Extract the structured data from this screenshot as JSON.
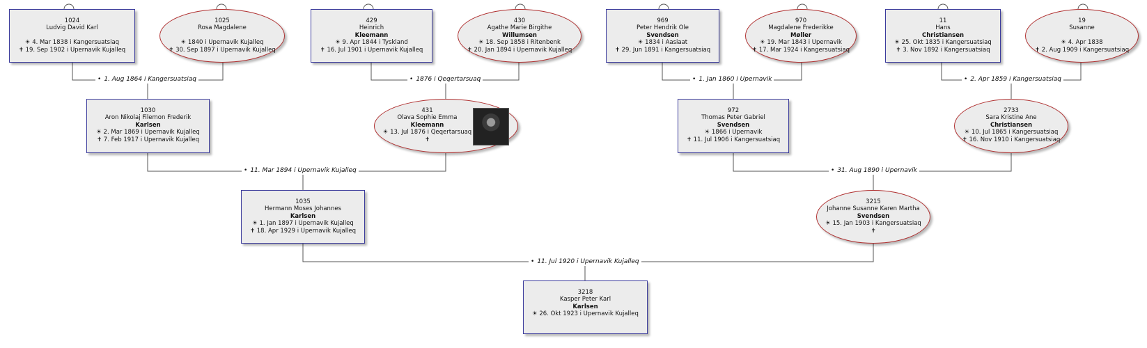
{
  "persons": {
    "p1024": {
      "id": "1024",
      "given": "Ludvig David Karl",
      "surname": "",
      "birth": "☀ 4. Mar 1838 i  Kangersuatsiaq",
      "death": "✝ 19. Sep 1902 i  Upernavik Kujalleq"
    },
    "p1025": {
      "id": "1025",
      "given": "Rosa Magdalene",
      "surname": "",
      "birth": "☀ 1840 i  Upernavik Kujalleq",
      "death": "✝ 30. Sep 1897 i  Upernavik Kujalleq"
    },
    "p429": {
      "id": "429",
      "given": "Heinrich",
      "surname": "Kleemann",
      "birth": "☀ 9. Apr 1844 i  Tyskland",
      "death": "✝ 16. Jul 1901 i  Upernavik Kujalleq"
    },
    "p430": {
      "id": "430",
      "given": "Agathe Marie Birgithe",
      "surname": "Willumsen",
      "birth": "☀ 18. Sep 1858 i  Ritenbenk",
      "death": "✝ 20. Jan 1894 i  Upernavik Kujalleq"
    },
    "p969": {
      "id": "969",
      "given": "Peter Hendrik Ole",
      "surname": "Svendsen",
      "birth": "☀ 1834 i  Aasiaat",
      "death": "✝ 29. Jun 1891 i  Kangersuatsiaq"
    },
    "p970": {
      "id": "970",
      "given": "Magdalene Frederikke",
      "surname": "Møller",
      "birth": "☀ 19. Mar 1843 i  Upernavik",
      "death": "✝ 17. Mar 1924 i  Kangersuatsiaq"
    },
    "p11": {
      "id": "11",
      "given": "Hans",
      "surname": "Christiansen",
      "birth": "☀ 25. Okt 1835 i  Kangersuatsiaq",
      "death": "✝ 3. Nov 1892 i  Kangersuatsiaq"
    },
    "p19": {
      "id": "19",
      "given": "Susanne",
      "surname": "",
      "birth": "☀ 4. Apr 1838",
      "death": "✝ 2. Aug 1909 i  Kangersuatsiaq"
    },
    "p1030": {
      "id": "1030",
      "given": "Aron Nikolaj Filemon Frederik",
      "surname": "Karlsen",
      "birth": "☀ 2. Mar 1869 i  Upernavik Kujalleq",
      "death": "✝ 7. Feb 1917 i  Upernavik Kujalleq"
    },
    "p431": {
      "id": "431",
      "given": "Olava Sophie Emma",
      "surname": "Kleemann",
      "birth": "☀ 13. Jul 1876 i  Qeqertarsuaq",
      "death": "✝"
    },
    "p972": {
      "id": "972",
      "given": "Thomas Peter Gabriel",
      "surname": "Svendsen",
      "birth": "☀ 1866 i  Upernavik",
      "death": "✝ 11. Jul 1906 i  Kangersuatsiaq"
    },
    "p2733": {
      "id": "2733",
      "given": "Sara Kristine Ane",
      "surname": "Christiansen",
      "birth": "☀ 10. Jul 1865 i  Kangersuatsiaq",
      "death": "✝ 16. Nov 1910 i  Kangersuatsiaq"
    },
    "p1035": {
      "id": "1035",
      "given": "Hermann Moses Johannes",
      "surname": "Karlsen",
      "birth": "☀ 1. Jan 1897 i  Upernavik Kujalleq",
      "death": "✝ 18. Apr 1929 i  Upernavik Kujalleq"
    },
    "p3215": {
      "id": "3215",
      "given": "Johanne Susanne Karen Martha",
      "surname": "Svendsen",
      "birth": "☀ 15. Jan 1903 i  Kangersuatsiaq",
      "death": "✝"
    },
    "p3218": {
      "id": "3218",
      "given": "Kasper Peter Karl",
      "surname": "Karlsen",
      "birth": "☀ 26. Okt 1923 i  Upernavik Kujalleq",
      "death": ""
    }
  },
  "marriages": {
    "m1": "1. Aug 1864 i  Kangersuatsiaq",
    "m2": "1876 i  Qeqertarsuaq",
    "m3": "1. Jan 1860 i  Upernavik",
    "m4": "2. Apr 1859 i  Kangersuatsiaq",
    "m5": "11. Mar 1894 i  Upernavik Kujalleq",
    "m6": "31. Aug 1890 i  Upernavik",
    "m7": "11. Jul 1920 i  Upernavik Kujalleq"
  },
  "colors": {
    "male_border": "#3b3b9c",
    "female_border": "#b03030",
    "box_fill": "#ececec",
    "line": "#555555"
  }
}
